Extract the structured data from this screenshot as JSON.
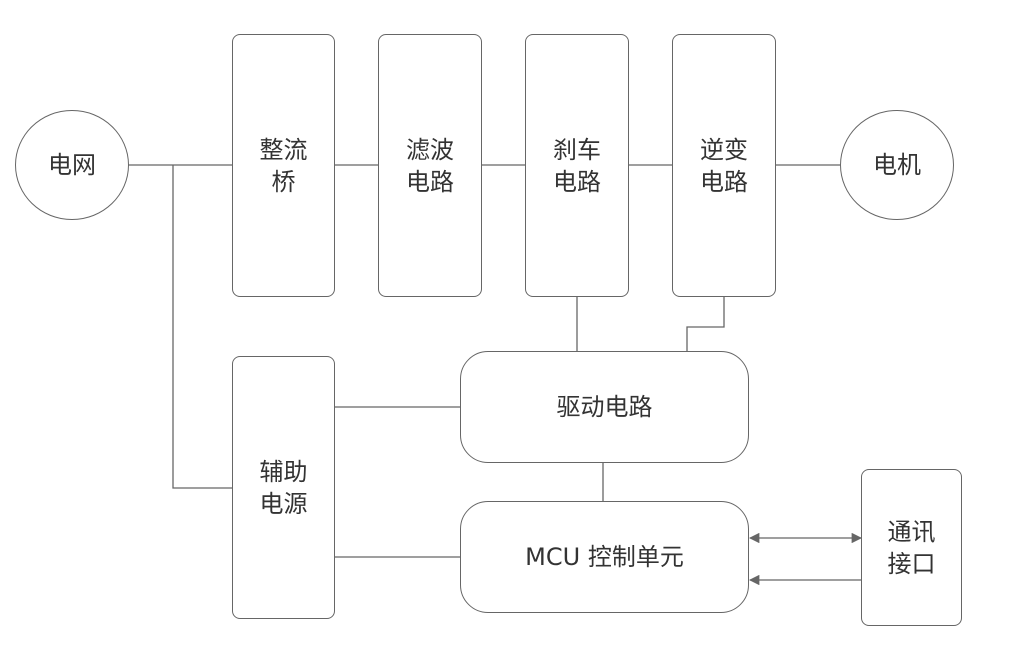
{
  "diagram": {
    "nodes": {
      "grid": "电网",
      "rectifier": "整流\n桥",
      "filter": "滤波\n电路",
      "brake": "刹车\n电路",
      "inverter": "逆变\n电路",
      "motor": "电机",
      "aux_power": "辅助\n电源",
      "driver": "驱动电路",
      "mcu": "MCU 控制单元",
      "comm": "通讯\n接口"
    },
    "colors": {
      "line": "#666666",
      "text": "#333333",
      "background": "#ffffff"
    }
  }
}
